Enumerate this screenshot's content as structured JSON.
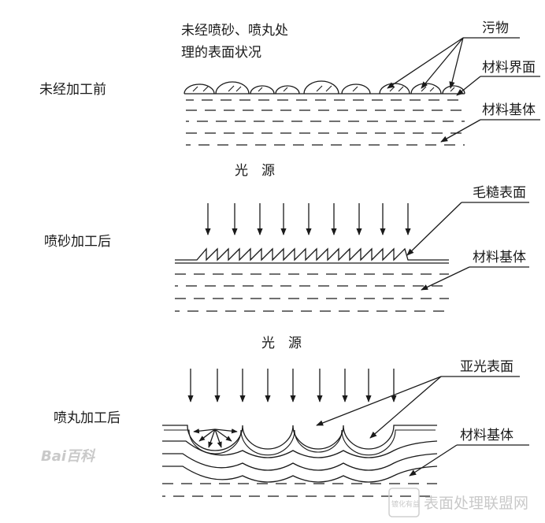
{
  "sections": {
    "untreated": {
      "side_label": "未经加工前",
      "caption_line1": "未经喷砂、喷丸处",
      "caption_line2": "理的表面状况",
      "callout_dirt": "污物",
      "callout_interface": "材料界面",
      "callout_substrate": "材料基体"
    },
    "sandblast": {
      "side_label": "喷砂加工后",
      "light_source": "光　源",
      "callout_rough": "毛糙表面",
      "callout_substrate": "材料基体"
    },
    "shotpeen": {
      "side_label": "喷丸加工后",
      "light_source": "光　源",
      "callout_matte": "亚光表面",
      "callout_substrate": "材料基体"
    }
  },
  "watermarks": {
    "baidu": "Bai百科",
    "site_badge": "镀化有益",
    "site_name": "表面处理联盟网"
  }
}
